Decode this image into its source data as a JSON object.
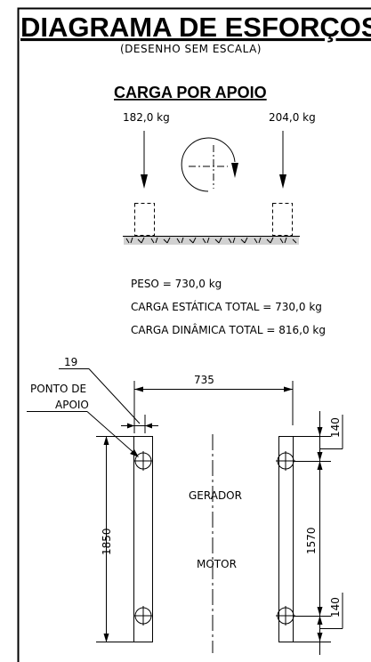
{
  "title": "DIAGRAMA DE ESFORÇOS",
  "subtitle": "(DESENHO SEM ESCALA)",
  "load_section": {
    "heading": "CARGA POR APOIO",
    "left_load": "182,0 kg",
    "right_load": "204,0 kg"
  },
  "summary": {
    "peso": "PESO = 730,0 kg",
    "carga_estatica": "CARGA ESTÁTICA TOTAL = 730,0 kg",
    "carga_dinamica": "CARGA DINÂMICA TOTAL = 816,0 kg"
  },
  "plan": {
    "dim_19": "19",
    "ponto_line1": "PONTO DE",
    "ponto_line2": "APOIO",
    "dim_735": "735",
    "dim_1850": "1850",
    "dim_1570": "1570",
    "dim_140_top": "140",
    "dim_140_bottom": "140",
    "gerador": "GERADOR",
    "motor": "MOTOR"
  }
}
